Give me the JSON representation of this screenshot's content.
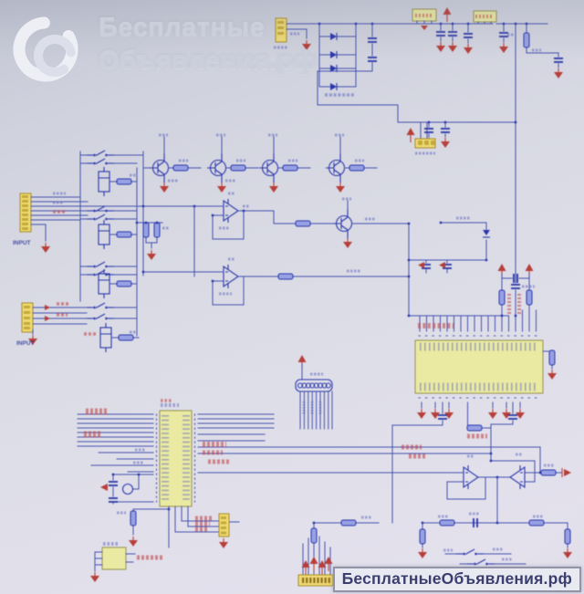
{
  "watermark": {
    "logo_line1": "Бесплатные",
    "logo_line2": "Объявления.рф",
    "badge_text": "БесплатныеОбъявления.рф"
  },
  "schematic": {
    "input_label_top": "INPUT",
    "input_label_bottom": "INPUT"
  },
  "colors": {
    "background": "#d8d9e3",
    "wire_blue": "#4450ab",
    "component_blue": "#2b37a6",
    "power_red": "#b23f3a",
    "ic_yellow": "#eaeaa6",
    "connector_yellow": "#eeda7a",
    "logo_text": "#cbcfdc",
    "badge_text": "#3a3f6e",
    "badge_background": "#e9e9f2"
  }
}
